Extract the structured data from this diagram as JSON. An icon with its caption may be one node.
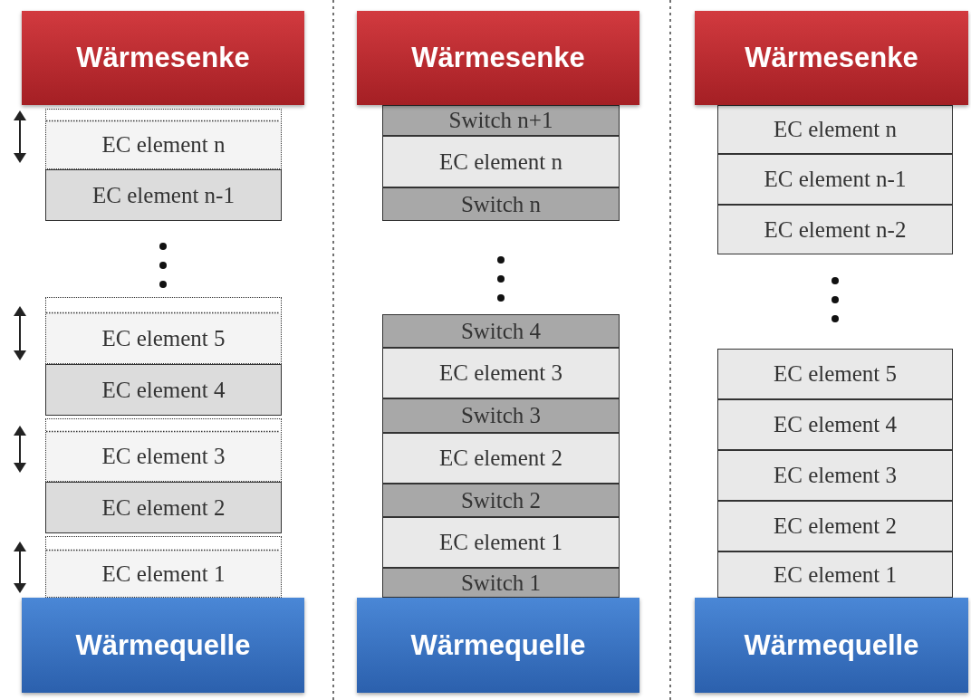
{
  "diagram": {
    "nodes": [
      {
        "text": [
          "Wärmesenke"
        ]
      },
      {
        "text": [
          "EC element n"
        ]
      },
      {
        "text": [
          "EC element n-1"
        ]
      },
      {
        "text": [
          "EC element 5"
        ]
      },
      {
        "text": [
          "EC element 4"
        ]
      },
      {
        "text": [
          "EC element 3"
        ]
      },
      {
        "text": [
          "EC element 2"
        ]
      },
      {
        "text": [
          "EC element 1"
        ]
      },
      {
        "text": [
          "Wärmequelle"
        ]
      },
      {
        "text": [
          "Wärmesenke"
        ]
      },
      {
        "text": [
          "Switch n+1"
        ]
      },
      {
        "text": [
          "EC element n"
        ]
      },
      {
        "text": [
          "Switch n"
        ]
      },
      {
        "text": [
          "Switch 4"
        ]
      },
      {
        "text": [
          "EC element 3"
        ]
      },
      {
        "text": [
          "Switch 3"
        ]
      },
      {
        "text": [
          "EC element 2"
        ]
      },
      {
        "text": [
          "Switch 2"
        ]
      },
      {
        "text": [
          "EC element 1"
        ]
      },
      {
        "text": [
          "Switch 1"
        ]
      },
      {
        "text": [
          "Wärmequelle"
        ]
      },
      {
        "text": [
          "Wärmesenke"
        ]
      },
      {
        "text": [
          "EC element n"
        ]
      },
      {
        "text": [
          "EC element n-1"
        ]
      },
      {
        "text": [
          "EC element n-2"
        ]
      },
      {
        "text": [
          "EC element 5"
        ]
      },
      {
        "text": [
          "EC element 4"
        ]
      },
      {
        "text": [
          "EC element 3"
        ]
      },
      {
        "text": [
          "EC element 2"
        ]
      },
      {
        "text": [
          "EC element 1"
        ]
      },
      {
        "text": [
          "Wärmequelle"
        ]
      }
    ]
  }
}
